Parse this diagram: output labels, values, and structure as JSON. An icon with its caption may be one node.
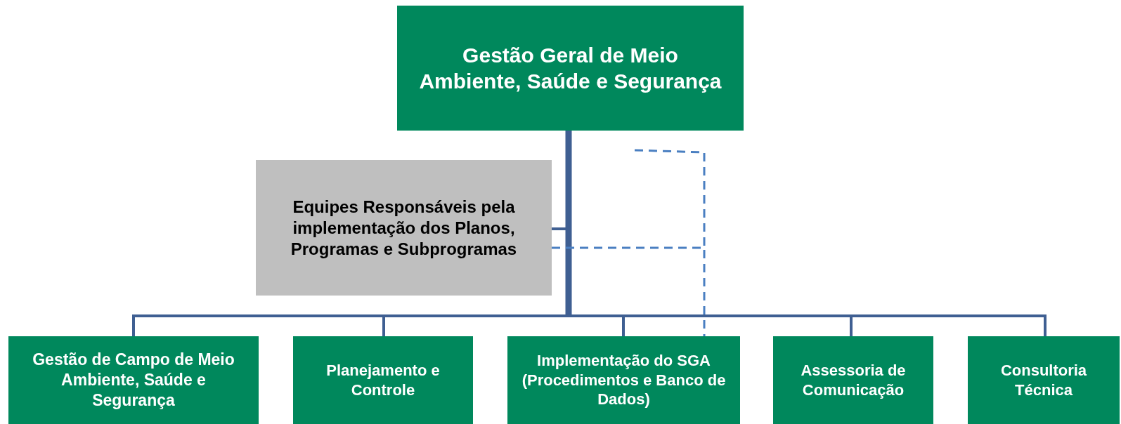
{
  "diagram": {
    "nodes": [
      {
        "text": [
          "Gestão Geral de Meio Ambiente, Saúde e Segurança"
        ]
      },
      {
        "text": [
          "Equipes Responsáveis pela implementação dos Planos, Programas e Subprogramas"
        ]
      },
      {
        "text": [
          "Gestão de Campo de Meio Ambiente, Saúde e Segurança"
        ]
      },
      {
        "text": [
          "Planejamento e Controle"
        ]
      },
      {
        "text": [
          "Implementação do SGA (Procedimentos e Banco de Dados)"
        ]
      },
      {
        "text": [
          "Assessoria de Comunicação"
        ]
      },
      {
        "text": [
          "Consultoria Técnica"
        ]
      }
    ],
    "edges": [
      {
        "from": 0,
        "to": 2,
        "arrow": "none"
      },
      {
        "from": 0,
        "to": 3,
        "arrow": "none"
      },
      {
        "from": 0,
        "to": 4,
        "arrow": "none"
      },
      {
        "from": 0,
        "to": 5,
        "arrow": "none"
      },
      {
        "from": 0,
        "to": 6,
        "arrow": "none"
      },
      {
        "from": 1,
        "to": 0,
        "arrow": "none"
      },
      {
        "from": 1,
        "to": 4,
        "arrow": "none",
        "style": "dashed",
        "color": "#4a7fc1"
      }
    ]
  }
}
